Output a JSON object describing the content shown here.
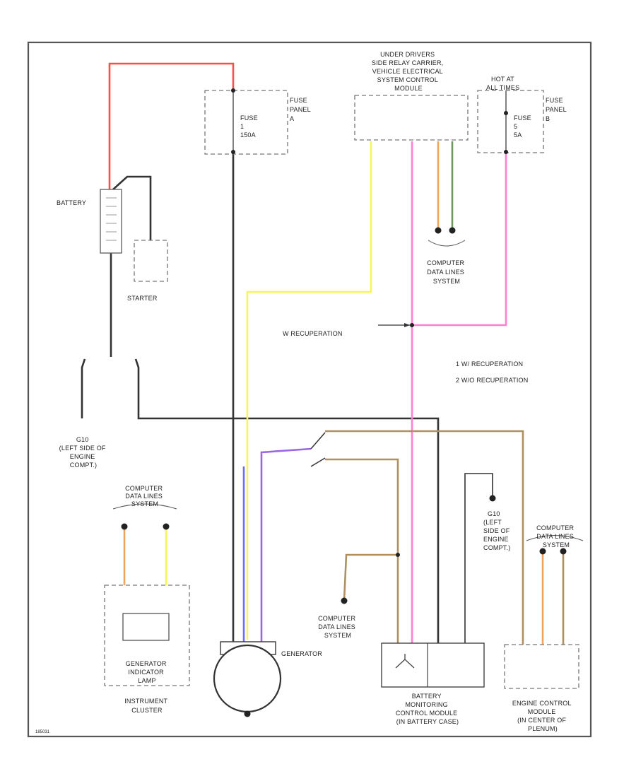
{
  "labels": {
    "battery": "BATTERY",
    "starter": "STARTER",
    "fuse_panel_a": [
      "FUSE",
      "PANEL",
      "A"
    ],
    "fuse_a": [
      "FUSE",
      "1",
      "150A"
    ],
    "under_driver": [
      "UNDER DRIVERS",
      "SIDE RELAY CARRIER,",
      "VEHICLE ELECTRICAL",
      "SYSTEM CONTROL",
      "MODULE"
    ],
    "hot_at": [
      "HOT AT",
      "ALL TIMES"
    ],
    "fuse_panel_b": [
      "FUSE",
      "PANEL",
      "B"
    ],
    "fuse_b": [
      "FUSE",
      "5",
      "5A"
    ],
    "cdl_top": [
      "COMPUTER",
      "DATA LINES",
      "SYSTEM"
    ],
    "w_recuperation": "W RECUPERATION",
    "legend_1": "1  W/ RECUPERATION",
    "legend_2": "2  W/O RECUPERATION",
    "ground_left": [
      "G10",
      "(LEFT SIDE OF",
      "ENGINE",
      "COMPT.)"
    ],
    "ground_right": [
      "G10",
      "(LEFT",
      "SIDE OF",
      "ENGINE",
      "COMPT.)"
    ],
    "cdl_cluster": [
      "COMPUTER",
      "DATA LINES",
      "SYSTEM"
    ],
    "cdl_mid": [
      "COMPUTER",
      "DATA LINES",
      "SYSTEM"
    ],
    "cdl_ecm": [
      "COMPUTER",
      "DATA LINES",
      "SYSTEM"
    ],
    "gen_lamp": [
      "GENERATOR",
      "INDICATOR",
      "LAMP"
    ],
    "instrument": [
      "INSTRUMENT",
      "CLUSTER"
    ],
    "generator": "GENERATOR",
    "bcm": [
      "BATTERY",
      "MONITORING",
      "CONTROL MODULE",
      "(IN BATTERY CASE)"
    ],
    "ecm": [
      "ENGINE CONTROL",
      "MODULE",
      "(IN CENTER OF",
      "PLENUM)"
    ],
    "footer": "185031"
  },
  "colors": {
    "red": "#ff4d4d",
    "yellow": "#f6f55a",
    "pink": "#ff7fd0",
    "tan": "#b09060",
    "orange": "#f2a45a",
    "green": "#6e9a5a",
    "blue": "#6b6bff",
    "violet": "#9a66e6",
    "black": "#333333",
    "frame": "#555555"
  }
}
